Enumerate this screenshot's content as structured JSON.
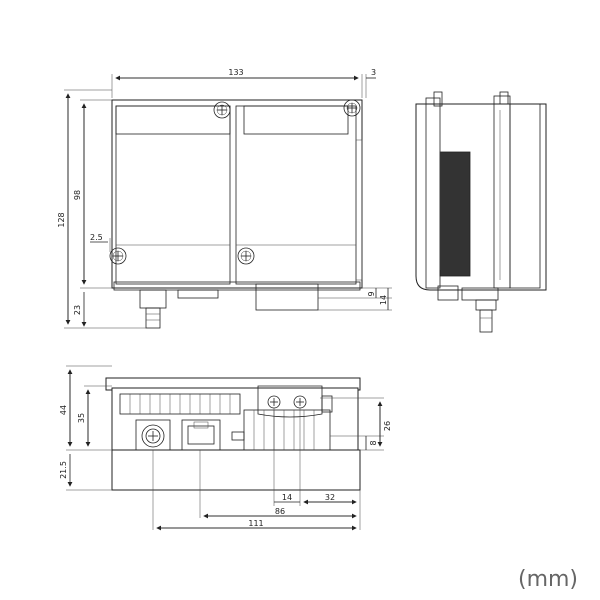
{
  "units_label": "(mm)",
  "dimensions": {
    "top_width": "133",
    "top_offset": "3",
    "height_98": "98",
    "height_128": "128",
    "offset_2_5": "2.5",
    "bottom_23": "23",
    "right_9": "9",
    "right_14": "14",
    "front_44": "44",
    "front_35": "35",
    "front_21_5": "21.5",
    "front_26": "26",
    "front_8": "8",
    "bottom_14": "14",
    "bottom_32": "32",
    "bottom_86": "86",
    "bottom_111": "111"
  }
}
